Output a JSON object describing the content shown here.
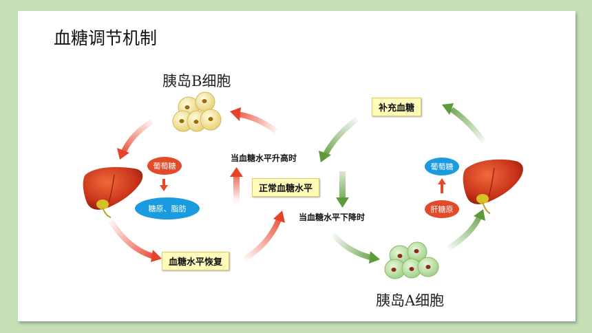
{
  "title": "血糖调节机制",
  "beta_cell_label": "胰岛B细胞",
  "alpha_cell_label": "胰岛A细胞",
  "boxes": {
    "supplement": "补充血糖",
    "normal": "正常血糖水平",
    "recovery": "血糖水平恢复"
  },
  "captions": {
    "rise": "当血糖水平升高时",
    "fall": "当血糖水平下降时"
  },
  "left_liver": {
    "glucose": "葡萄糖",
    "storage": "糖原、脂肪"
  },
  "right_liver": {
    "glucose": "葡萄糖",
    "glycogen": "肝糖原"
  },
  "colors": {
    "background": "#c5dfb6",
    "red_arrow": "#e8412a",
    "green_arrow": "#5d9a3a",
    "label_fill": "#fffbb8",
    "pill_red": "#e24a2a",
    "pill_blue": "#1a9be0"
  }
}
